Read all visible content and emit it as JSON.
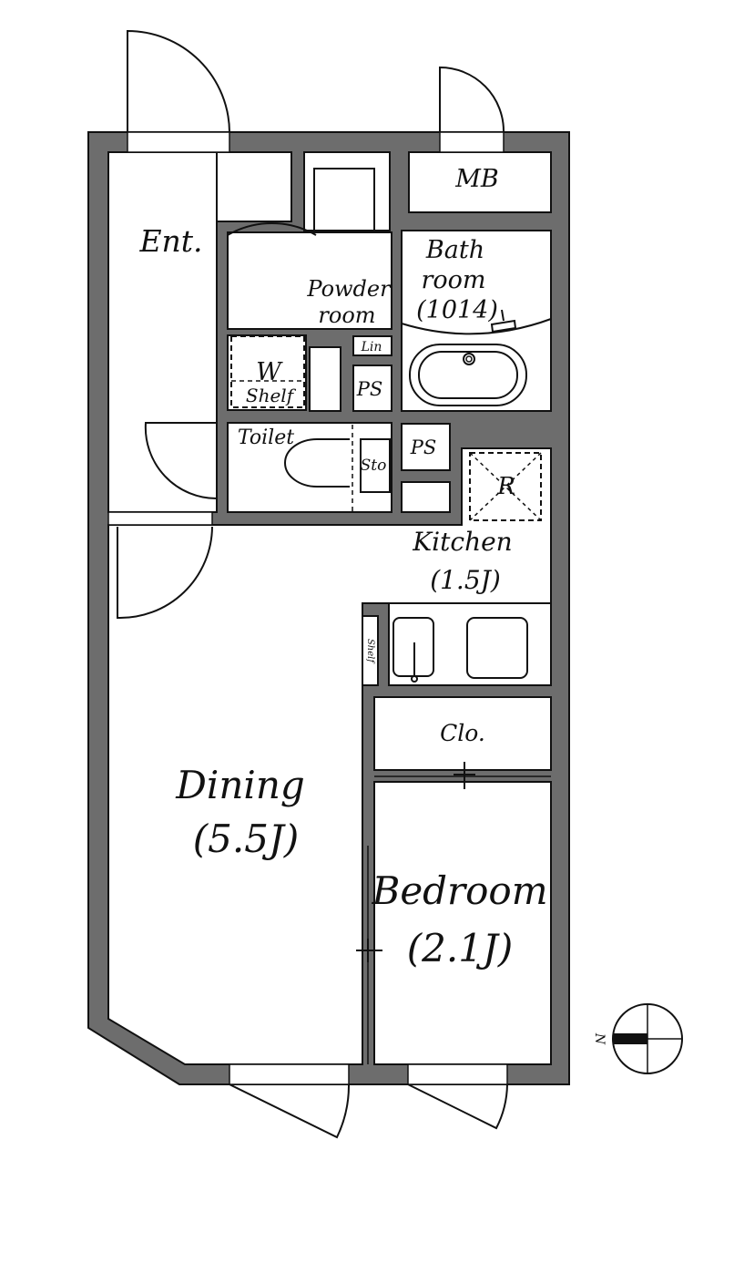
{
  "rooms": {
    "entrance": "Ent.",
    "meter_box": "MB",
    "powder_room": [
      "Powder",
      "room"
    ],
    "bathroom": [
      "Bath",
      "room",
      "(1014)"
    ],
    "washer": "W",
    "washer_shelf": "Shelf",
    "linen": "Lin",
    "pipe_space_1": "PS",
    "pipe_space_2": "PS",
    "toilet": "Toilet",
    "storage": "Sto",
    "refrigerator": "R",
    "kitchen": [
      "Kitchen",
      "(1.5J)"
    ],
    "kitchen_shelf": "Shelf",
    "closet": "Clo.",
    "dining": [
      "Dining",
      "(5.5J)"
    ],
    "bedroom": [
      "Bedroom",
      "(2.1J)"
    ]
  },
  "compass": {
    "north_label": "N"
  }
}
